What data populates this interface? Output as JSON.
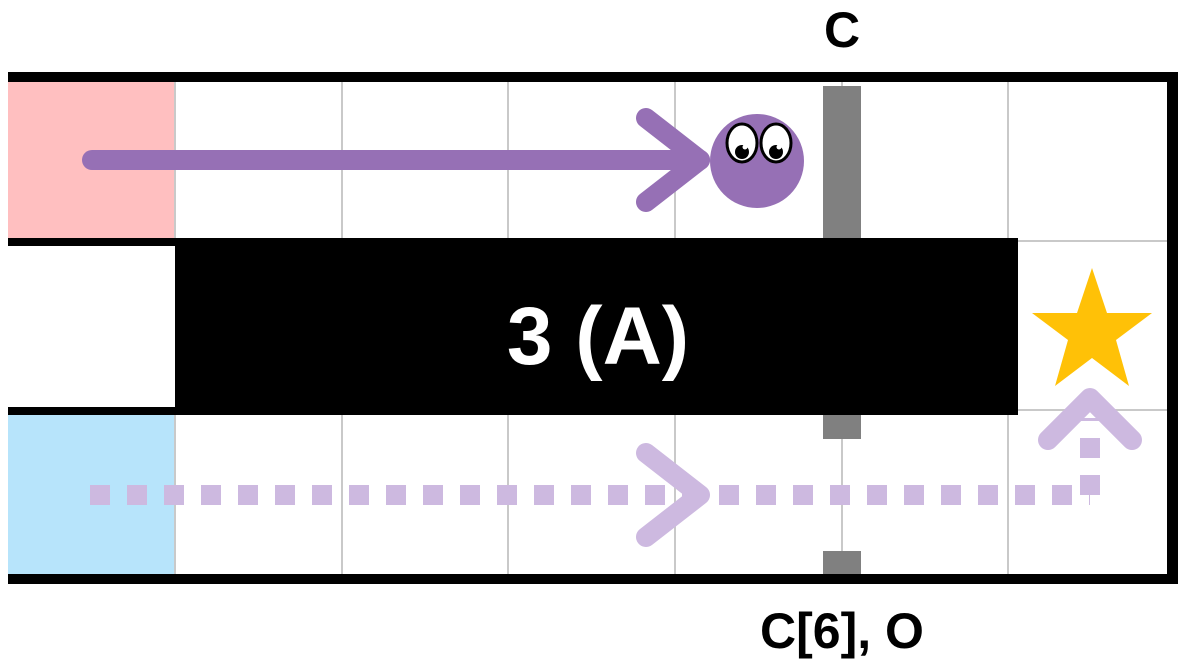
{
  "labels": {
    "top": "C",
    "bottom": "C[6], O",
    "center": "3 (A)"
  },
  "colors": {
    "start_top": "#ffbfc0",
    "start_bottom": "#b7e4fb",
    "wall": "#000000",
    "grid": "#c9c9c9",
    "door": "#808080",
    "path_solid": "#9670b5",
    "path_faded": "#cdb9e0",
    "character": "#9670b5",
    "star": "#ffc107"
  },
  "icons": {
    "character": "purple-blob-character-icon",
    "goal": "star-icon"
  }
}
